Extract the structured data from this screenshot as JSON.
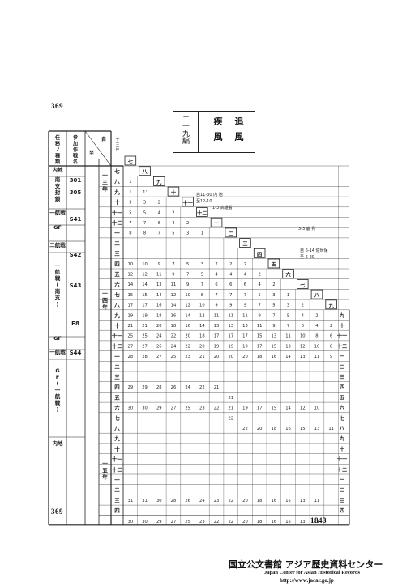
{
  "page_number_top": "369",
  "page_number_bottom": "369",
  "sheet_number": "1843",
  "title_box": {
    "volume": "二十九編",
    "names": [
      "追風",
      "疾風"
    ]
  },
  "header": {
    "col_mission": "任務ノ種類",
    "col_operation": "参加作戦名",
    "from_label": "自",
    "to_label": "至",
    "year_label": "十三年"
  },
  "year_labels": [
    "十三年",
    "十四年",
    "十五年"
  ],
  "month_names": [
    "七",
    "八",
    "九",
    "十",
    "十一",
    "十二",
    "一",
    "二",
    "三",
    "四",
    "五",
    "六",
    "七",
    "八",
    "九",
    "十",
    "十一",
    "十二",
    "一",
    "二",
    "三",
    "四",
    "五",
    "六",
    "七",
    "八",
    "九",
    "十",
    "十一",
    "十二",
    "一",
    "二",
    "三",
    "四"
  ],
  "rows": [
    {
      "month": "七",
      "v": []
    },
    {
      "month": "八",
      "v": [
        "1"
      ]
    },
    {
      "month": "九",
      "v": [
        "1",
        "1'"
      ]
    },
    {
      "month": "十",
      "v": [
        "3",
        "3",
        "2"
      ]
    },
    {
      "month": "十一",
      "v": [
        "5",
        "5",
        "4",
        "2"
      ]
    },
    {
      "month": "十二",
      "v": [
        "7",
        "7",
        "6",
        "4",
        "2"
      ]
    },
    {
      "month": "一",
      "v": [
        "8",
        "8",
        "7",
        "5",
        "3",
        "1"
      ]
    },
    {
      "month": "二",
      "v": []
    },
    {
      "month": "三",
      "v": []
    },
    {
      "month": "四",
      "v": [
        "10",
        "10",
        "9",
        "7",
        "5",
        "3",
        "2",
        "2",
        "2"
      ]
    },
    {
      "month": "五",
      "v": [
        "12",
        "12",
        "11",
        "9",
        "7",
        "5",
        "4",
        "4",
        "4",
        "2"
      ]
    },
    {
      "month": "六",
      "v": [
        "14",
        "14",
        "13",
        "11",
        "9",
        "7",
        "6",
        "6",
        "6",
        "4",
        "2"
      ]
    },
    {
      "month": "七",
      "v": [
        "15",
        "15",
        "14",
        "12",
        "10",
        "8",
        "7",
        "7",
        "7",
        "5",
        "3",
        "1"
      ]
    },
    {
      "month": "八",
      "v": [
        "17",
        "17",
        "16",
        "14",
        "12",
        "10",
        "9",
        "9",
        "9",
        "7",
        "5",
        "3",
        "2"
      ]
    },
    {
      "month": "九",
      "v": [
        "19",
        "19",
        "18",
        "16",
        "14",
        "12",
        "11",
        "11",
        "11",
        "9",
        "7",
        "5",
        "4",
        "2"
      ]
    },
    {
      "month": "十",
      "v": [
        "21",
        "21",
        "20",
        "18",
        "16",
        "14",
        "13",
        "13",
        "13",
        "11",
        "9",
        "7",
        "6",
        "4",
        "2"
      ]
    },
    {
      "month": "十一",
      "v": [
        "25",
        "25",
        "24",
        "22",
        "20",
        "18",
        "17",
        "17",
        "17",
        "15",
        "13",
        "11",
        "10",
        "8",
        "6"
      ]
    },
    {
      "month": "十二",
      "v": [
        "27",
        "27",
        "26",
        "24",
        "22",
        "20",
        "19",
        "19",
        "19",
        "17",
        "15",
        "13",
        "12",
        "10",
        "8"
      ]
    },
    {
      "month": "一",
      "v": [
        "28",
        "28",
        "27",
        "25",
        "23",
        "21",
        "20",
        "20",
        "20",
        "18",
        "16",
        "14",
        "13",
        "11",
        "9"
      ]
    },
    {
      "month": "二",
      "v": []
    },
    {
      "month": "三",
      "v": []
    },
    {
      "month": "四",
      "v": [
        "29",
        "29",
        "28",
        "26",
        "24",
        "22",
        "21"
      ]
    },
    {
      "month": "五",
      "v": [
        "",
        "",
        "",
        "",
        "",
        "",
        "",
        "21"
      ]
    },
    {
      "month": "六",
      "v": [
        "30",
        "30",
        "29",
        "27",
        "25",
        "23",
        "22",
        "21",
        "19",
        "17",
        "15",
        "14",
        "12",
        "10"
      ]
    },
    {
      "month": "七",
      "v": [
        "",
        "",
        "",
        "",
        "",
        "",
        "",
        "22"
      ]
    },
    {
      "month": "八",
      "v": [
        "",
        "",
        "",
        "",
        "",
        "",
        "",
        "",
        "22",
        "20",
        "18",
        "16",
        "15",
        "13",
        "11"
      ]
    },
    {
      "month": "九",
      "v": []
    },
    {
      "month": "十",
      "v": []
    },
    {
      "month": "十一",
      "v": []
    },
    {
      "month": "十二",
      "v": []
    },
    {
      "month": "一",
      "v": []
    },
    {
      "month": "二",
      "v": []
    },
    {
      "month": "三",
      "v": [
        "31",
        "31",
        "30",
        "28",
        "26",
        "24",
        "23",
        "22",
        "20",
        "18",
        "16",
        "15",
        "13",
        "11"
      ]
    },
    {
      "month": "四",
      "v": [
        "",
        "",
        "",
        "",
        "",
        "",
        "",
        "",
        "",
        "",
        "",
        "",
        "",
        ""
      ]
    }
  ],
  "bottom_row": {
    "v": [
      "30",
      "30",
      "29",
      "27",
      "25",
      "23",
      "22",
      "22",
      "20",
      "18",
      "16",
      "15",
      "13",
      "11"
    ]
  },
  "mission_labels": [
    "内地",
    "南支封鎖",
    "一航戦",
    "GF",
    "二航戦",
    "一航戦(南支)",
    "GF",
    "一航戦",
    "GF(一航戦)",
    "内地"
  ],
  "operation_labels": [
    "301",
    "305",
    "S41",
    "S42",
    "S43",
    "F8",
    "S44"
  ],
  "annotations": [
    "自11-30 内 地",
    "至12-10",
    "1-3 高雄着",
    "3-3 鹿 兵",
    "自 6-14 佐世保",
    "至 6-29"
  ],
  "footer": {
    "institution": "国立公文書館 アジア歴史資料センター",
    "english": "Japan Center for Asian Historical Records",
    "url": "http://www.jacar.go.jp"
  }
}
